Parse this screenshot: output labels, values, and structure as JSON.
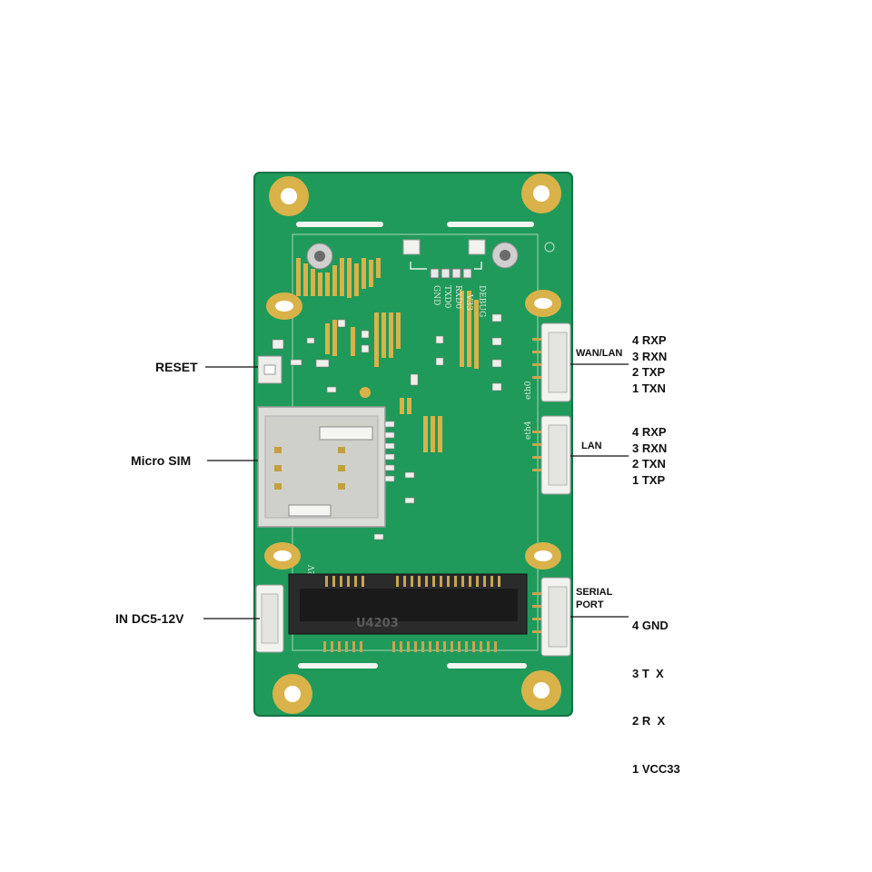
{
  "callouts": {
    "reset": "RESET",
    "micro_sim": "Micro SIM",
    "power_in": "IN DC5-12V",
    "wan_lan": "WAN/LAN",
    "lan": "LAN",
    "serial_line1": "SERIAL",
    "serial_line2": "PORT"
  },
  "pinouts": {
    "wan_lan": [
      "4 RXP",
      "3 RXN",
      "2 TXP",
      "1 TXN"
    ],
    "lan": [
      "4 RXP",
      "3 RXN",
      "2 TXN",
      "1 TXP"
    ],
    "serial": [
      "4 GND",
      "3 T  X",
      "2 R  X",
      "1 VCC33"
    ]
  },
  "board_silkscreen": {
    "debug_pins": [
      "GND",
      "TXD0",
      "RXD0",
      "V33",
      "DEBUG"
    ],
    "eth0": "eth0",
    "eth4": "eth4",
    "voltage": "12V",
    "slot_marking": "U4203"
  },
  "colors": {
    "pcb": "#1f9a5a",
    "pcb_dark": "#15804a",
    "gold": "#d9b24a",
    "connector": "#f2f2ee",
    "leader": "#111111"
  }
}
